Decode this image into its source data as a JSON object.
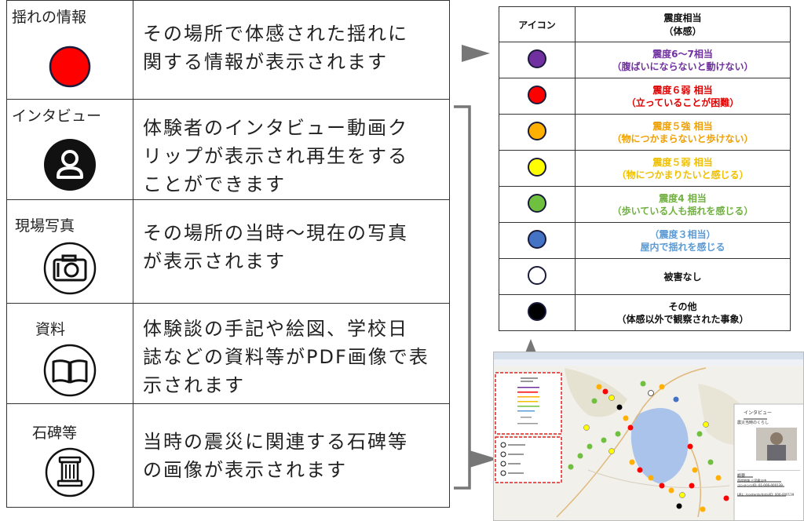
{
  "rows": [
    {
      "label": "揺れの情報",
      "icon": "red-circle-icon",
      "lines": [
        "その場所で体感された揺れに",
        "関する情報が表示されます"
      ]
    },
    {
      "label": "インタビュー",
      "icon": "person-icon",
      "lines": [
        "体験者のインタビュー動画ク",
        "リップが表示され再生をする",
        "ことができます"
      ]
    },
    {
      "label": "現場写真",
      "icon": "camera-icon",
      "lines": [
        "その場所の当時〜現在の写真",
        "が表示されます"
      ]
    },
    {
      "label": "資料",
      "icon": "book-icon",
      "lines": [
        "体験談の手記や絵図、学校日",
        "誌などの資料等がPDF画像で表",
        "示されます"
      ]
    },
    {
      "label": "石碑等",
      "icon": "monument-icon",
      "lines": [
        "当時の震災に関連する石碑等",
        "の画像が表示されます"
      ]
    }
  ],
  "legend": {
    "header_icon": "アイコン",
    "header_intensity": [
      "震度相当",
      "（体感）"
    ],
    "rows": [
      {
        "fill": "#7030a0",
        "text_color": "#7030a0",
        "lines": [
          "震度6～7相当",
          "（腹ばいにならないと動けない）"
        ]
      },
      {
        "fill": "#ff0000",
        "text_color": "#e00000",
        "lines": [
          "震度６弱 相当",
          "（立っていることが困難）"
        ]
      },
      {
        "fill": "#ffb000",
        "text_color": "#f0a000",
        "lines": [
          "震度５強 相当",
          "（物につかまらないと歩けない）"
        ]
      },
      {
        "fill": "#ffff00",
        "text_color": "#f0c000",
        "lines": [
          "震度５弱 相当",
          "（物につかまりたいと感じる）"
        ]
      },
      {
        "fill": "#70c040",
        "text_color": "#70b040",
        "lines": [
          "震度4 相当",
          "（歩いている人も揺れを感じる）"
        ]
      },
      {
        "fill": "#4472c4",
        "text_color": "#5b9bd5",
        "lines": [
          "（震度３相当）",
          "屋内で揺れを感じる"
        ]
      },
      {
        "fill": "#ffffff",
        "text_color": "#111111",
        "lines": [
          "被害なし"
        ]
      },
      {
        "fill": "#000000",
        "text_color": "#111111",
        "lines": [
          "その他",
          "（体感以外で観察された事象）"
        ]
      }
    ]
  },
  "map": {
    "panel_title": "インタビュー",
    "panel_subtitle": "震災当時のくらし",
    "caption_label": "概要",
    "caption_line1": "西岸地域 三宮震災中",
    "caption_line2": "コンテンツID: 01-006-000139",
    "caption_line3": "URL: /contents/data/ID: 006-000139"
  }
}
